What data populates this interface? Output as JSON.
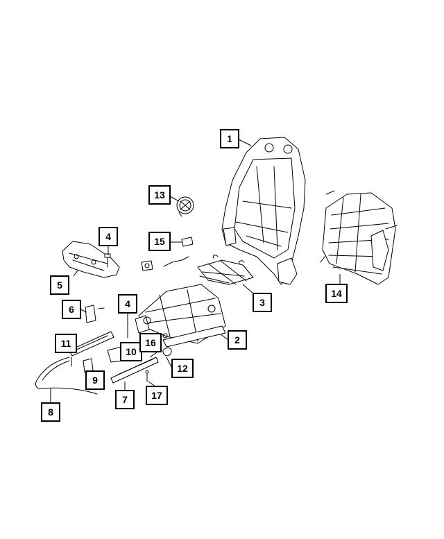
{
  "callouts": [
    {
      "id": "c1",
      "label": "1"
    },
    {
      "id": "c2",
      "label": "2"
    },
    {
      "id": "c3",
      "label": "3"
    },
    {
      "id": "c4a",
      "label": "4"
    },
    {
      "id": "c4b",
      "label": "4"
    },
    {
      "id": "c5",
      "label": "5"
    },
    {
      "id": "c6",
      "label": "6"
    },
    {
      "id": "c7",
      "label": "7"
    },
    {
      "id": "c8",
      "label": "8"
    },
    {
      "id": "c9",
      "label": "9"
    },
    {
      "id": "c10",
      "label": "10"
    },
    {
      "id": "c11",
      "label": "11"
    },
    {
      "id": "c12",
      "label": "12"
    },
    {
      "id": "c13",
      "label": "13"
    },
    {
      "id": "c14",
      "label": "14"
    },
    {
      "id": "c15",
      "label": "15"
    },
    {
      "id": "c16",
      "label": "16"
    },
    {
      "id": "c17",
      "label": "17"
    }
  ]
}
